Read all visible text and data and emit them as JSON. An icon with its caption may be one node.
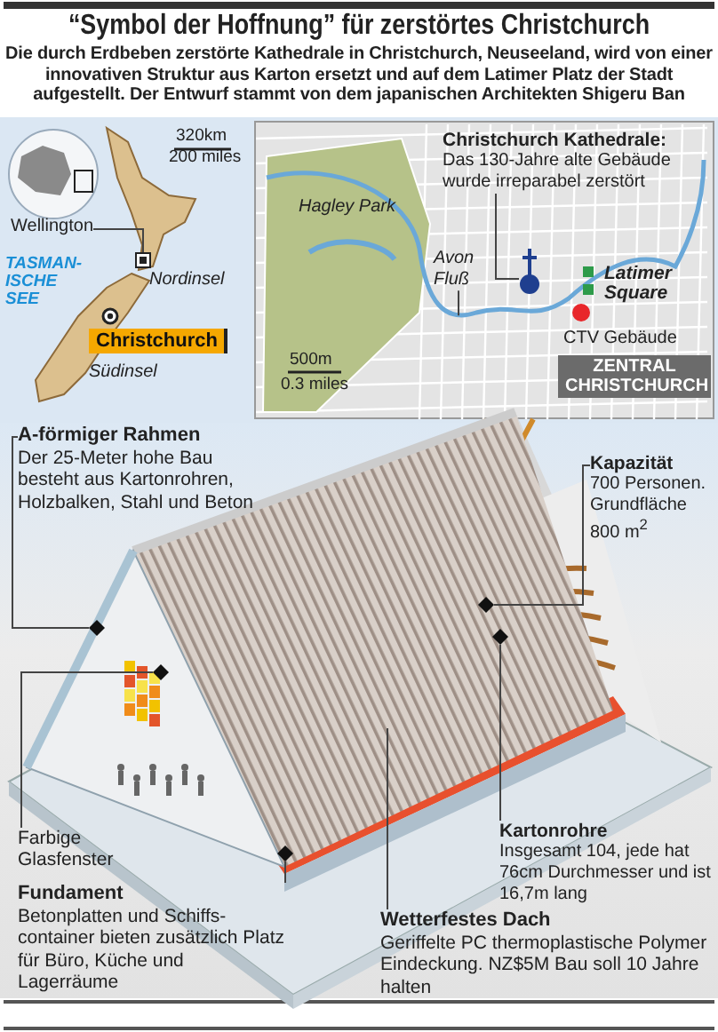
{
  "diagram": {
    "title": "“Symbol der Hoffnung” für zerstörtes Christchurch",
    "nodes": [
      {
        "text": [
          "Wellington"
        ]
      },
      {
        "text": [],
        "shape": "box"
      },
      {
        "text": [
          "Christchurch"
        ]
      },
      {
        "text": [
          "Christchurch Kathedrale:",
          "Das 130-Jahre alte Gebäude wurde irreparabel zerstört"
        ]
      },
      {
        "text": [],
        "shape": "picture"
      },
      {
        "text": [
          "Avon Fluß"
        ]
      },
      {
        "text": [
          "ZENTRAL CHRISTCHURCH"
        ]
      },
      {
        "text": [
          "A-förmiger Rahmen",
          "Der 25-Meter hohe Bau besteht aus Kartonrohren, Holzbalken, Stahl und Beton"
        ]
      },
      {
        "text": [],
        "shape": "diamond"
      },
      {
        "text": [
          "Farbige Glasfenster"
        ]
      },
      {
        "text": [],
        "shape": "diamond"
      },
      {
        "text": [
          "Fundament",
          "Betonplatten und Schiffs- container bieten zusätzlich Platz für Büro, Küche und Lagerräume"
        ]
      },
      {
        "text": [],
        "shape": "diamond"
      },
      {
        "text": [
          "Wetterfestes Dach",
          "Geriffelte PC thermoplastische Polymer Eindeckung. NZ$5M Bau soll 10 Jahre halten"
        ]
      },
      {
        "text": [
          "Kartonrohre",
          "Insgesamt 104, jede hat 76cm Durchmesser und ist 16,7m lang"
        ]
      },
      {
        "text": [],
        "shape": "diamond"
      },
      {
        "text": [
          "Kapazität",
          "700 Personen. Grundfläche 800 m$^{2}$"
        ]
      },
      {
        "text": [],
        "shape": "diamond"
      }
    ],
    "edges": [
      {
        "from": 0,
        "to": 1,
        "arrow": "none"
      },
      {
        "from": 3,
        "to": 4,
        "arrow": "none"
      },
      {
        "from": 5,
        "to": null,
        "arrow": "none"
      },
      {
        "from": 7,
        "to": 8,
        "arrow": "none"
      },
      {
        "from": 9,
        "to": 10,
        "arrow": "none"
      },
      {
        "from": 11,
        "to": 12,
        "arrow": "none"
      },
      {
        "from": 13,
        "to": null,
        "arrow": "none"
      },
      {
        "from": 14,
        "to": 15,
        "arrow": "none"
      },
      {
        "from": 16,
        "to": 17,
        "arrow": "none"
      }
    ],
    "labels": [
      "Die durch Erdbeben zerstörte Kathedrale in Christchurch, Neuseeland, wird von einer innovativen Struktur aus Karton ersetzt und auf dem Latimer Platz der Stadt aufgestellt. Der Entwurf stammt von dem japanischen Architekten Shigeru Ban",
      "320km",
      "200 miles",
      "TASMAN- ISCHE SEE",
      "Nordinsel",
      "Südinsel",
      "Hagley Park",
      "Latimer Square",
      "CTV Gebäude",
      "500m",
      "0.3 miles"
    ]
  }
}
